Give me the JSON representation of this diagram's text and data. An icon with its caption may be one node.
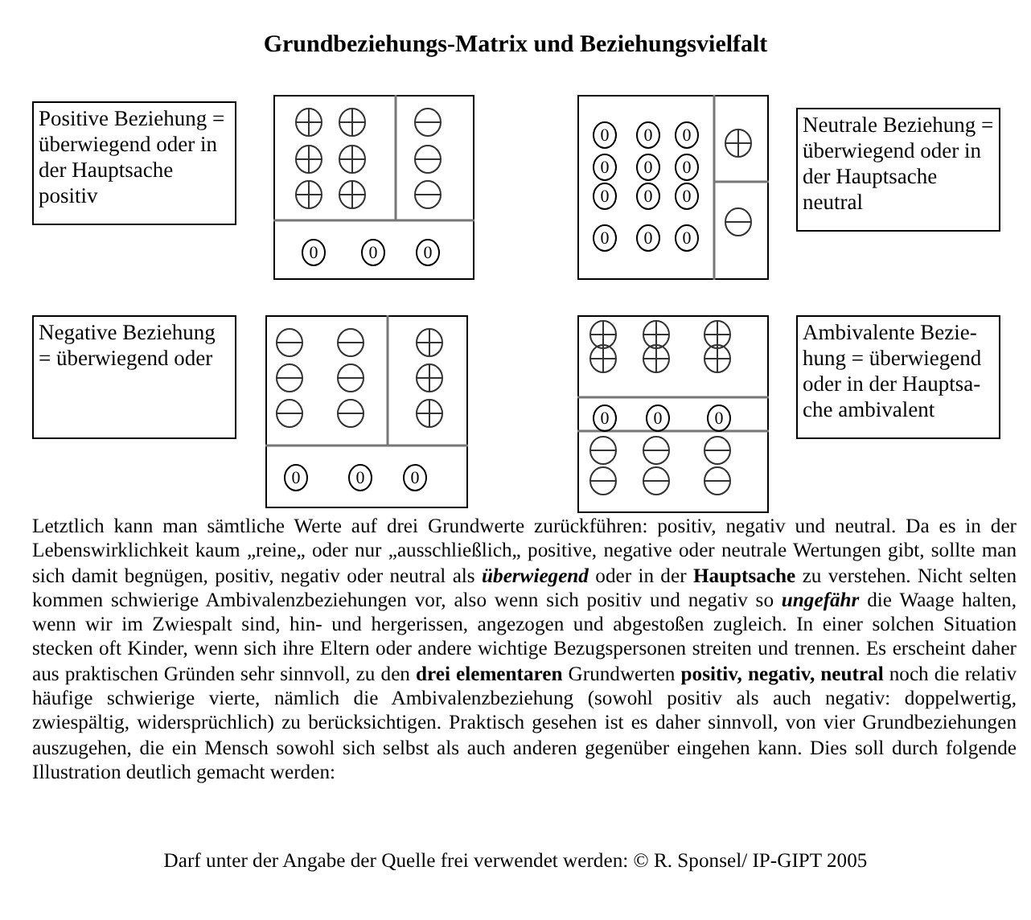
{
  "diagram": {
    "title": "Grundbeziehungs-Matrix und Beziehungsvielfalt",
    "nodes": [
      {
        "text": [
          "Positive Beziehung = überwiegend oder in der Hauptsache positiv"
        ]
      },
      {
        "text": [
          "0",
          "0",
          "0"
        ]
      },
      {
        "text": [
          "0",
          "0",
          "0",
          "0",
          "0",
          "0",
          "0",
          "0",
          "0",
          "0",
          "0",
          "0"
        ]
      },
      {
        "text": [
          "Neutrale Beziehung = überwiegend oder in der Hauptsache neutral"
        ]
      },
      {
        "text": [
          "Negative Beziehung = überwiegend oder"
        ]
      },
      {
        "text": [
          "0",
          "0",
          "0"
        ]
      },
      {
        "text": [
          "0",
          "0",
          "0"
        ]
      },
      {
        "text": [
          "Ambivalente Bezie- hung = überwiegend oder in der Hauptsa- che ambivalent"
        ]
      }
    ],
    "labels": [
      "Letztlich kann man sämtliche Werte auf drei Grundwerte zurückführen: positiv, negativ und neutral. Da es in der Lebenswirklichkeit kaum „reine„ oder nur „ausschließlich„ positive, negative oder neutrale Wertungen gibt, sollte man sich damit begnügen, positiv, negativ oder neutral als *überwiegend* oder in der **Hauptsache** zu verstehen. Nicht selten kommen schwierige Ambivalenzbeziehungen vor, also wenn sich positiv und negativ so *ungefähr* die Waage halten, wenn wir im Zwiespalt sind, hin- und hergerissen, angezogen und abgestoßen zugleich. In einer solchen Situation stecken oft Kinder, wenn sich ihre Eltern oder andere wichtige Bezugspersonen streiten und trennen. Es erscheint daher aus praktischen Gründen sehr sinnvoll, zu den **drei elementaren** Grundwerten **positiv, negativ, neutral** noch die relativ häufige schwierige vierte, nämlich die Ambivalenzbeziehung (sowohl positiv als auch negativ: doppelwertig, zwiespältig, widersprüchlich) zu berücksichtigen. Praktisch gesehen ist es daher sinnvoll, von vier Grundbeziehungen auszugehen, die ein Mensch sowohl sich selbst als auch anderen gegenüber eingehen kann. Dies soll durch folgende Illustration deutlich gemacht werden:"
    ],
    "caption": "Darf unter der Angabe der Quelle frei verwendet werden: © R. Sponsel/ IP-GIPT 2005"
  }
}
